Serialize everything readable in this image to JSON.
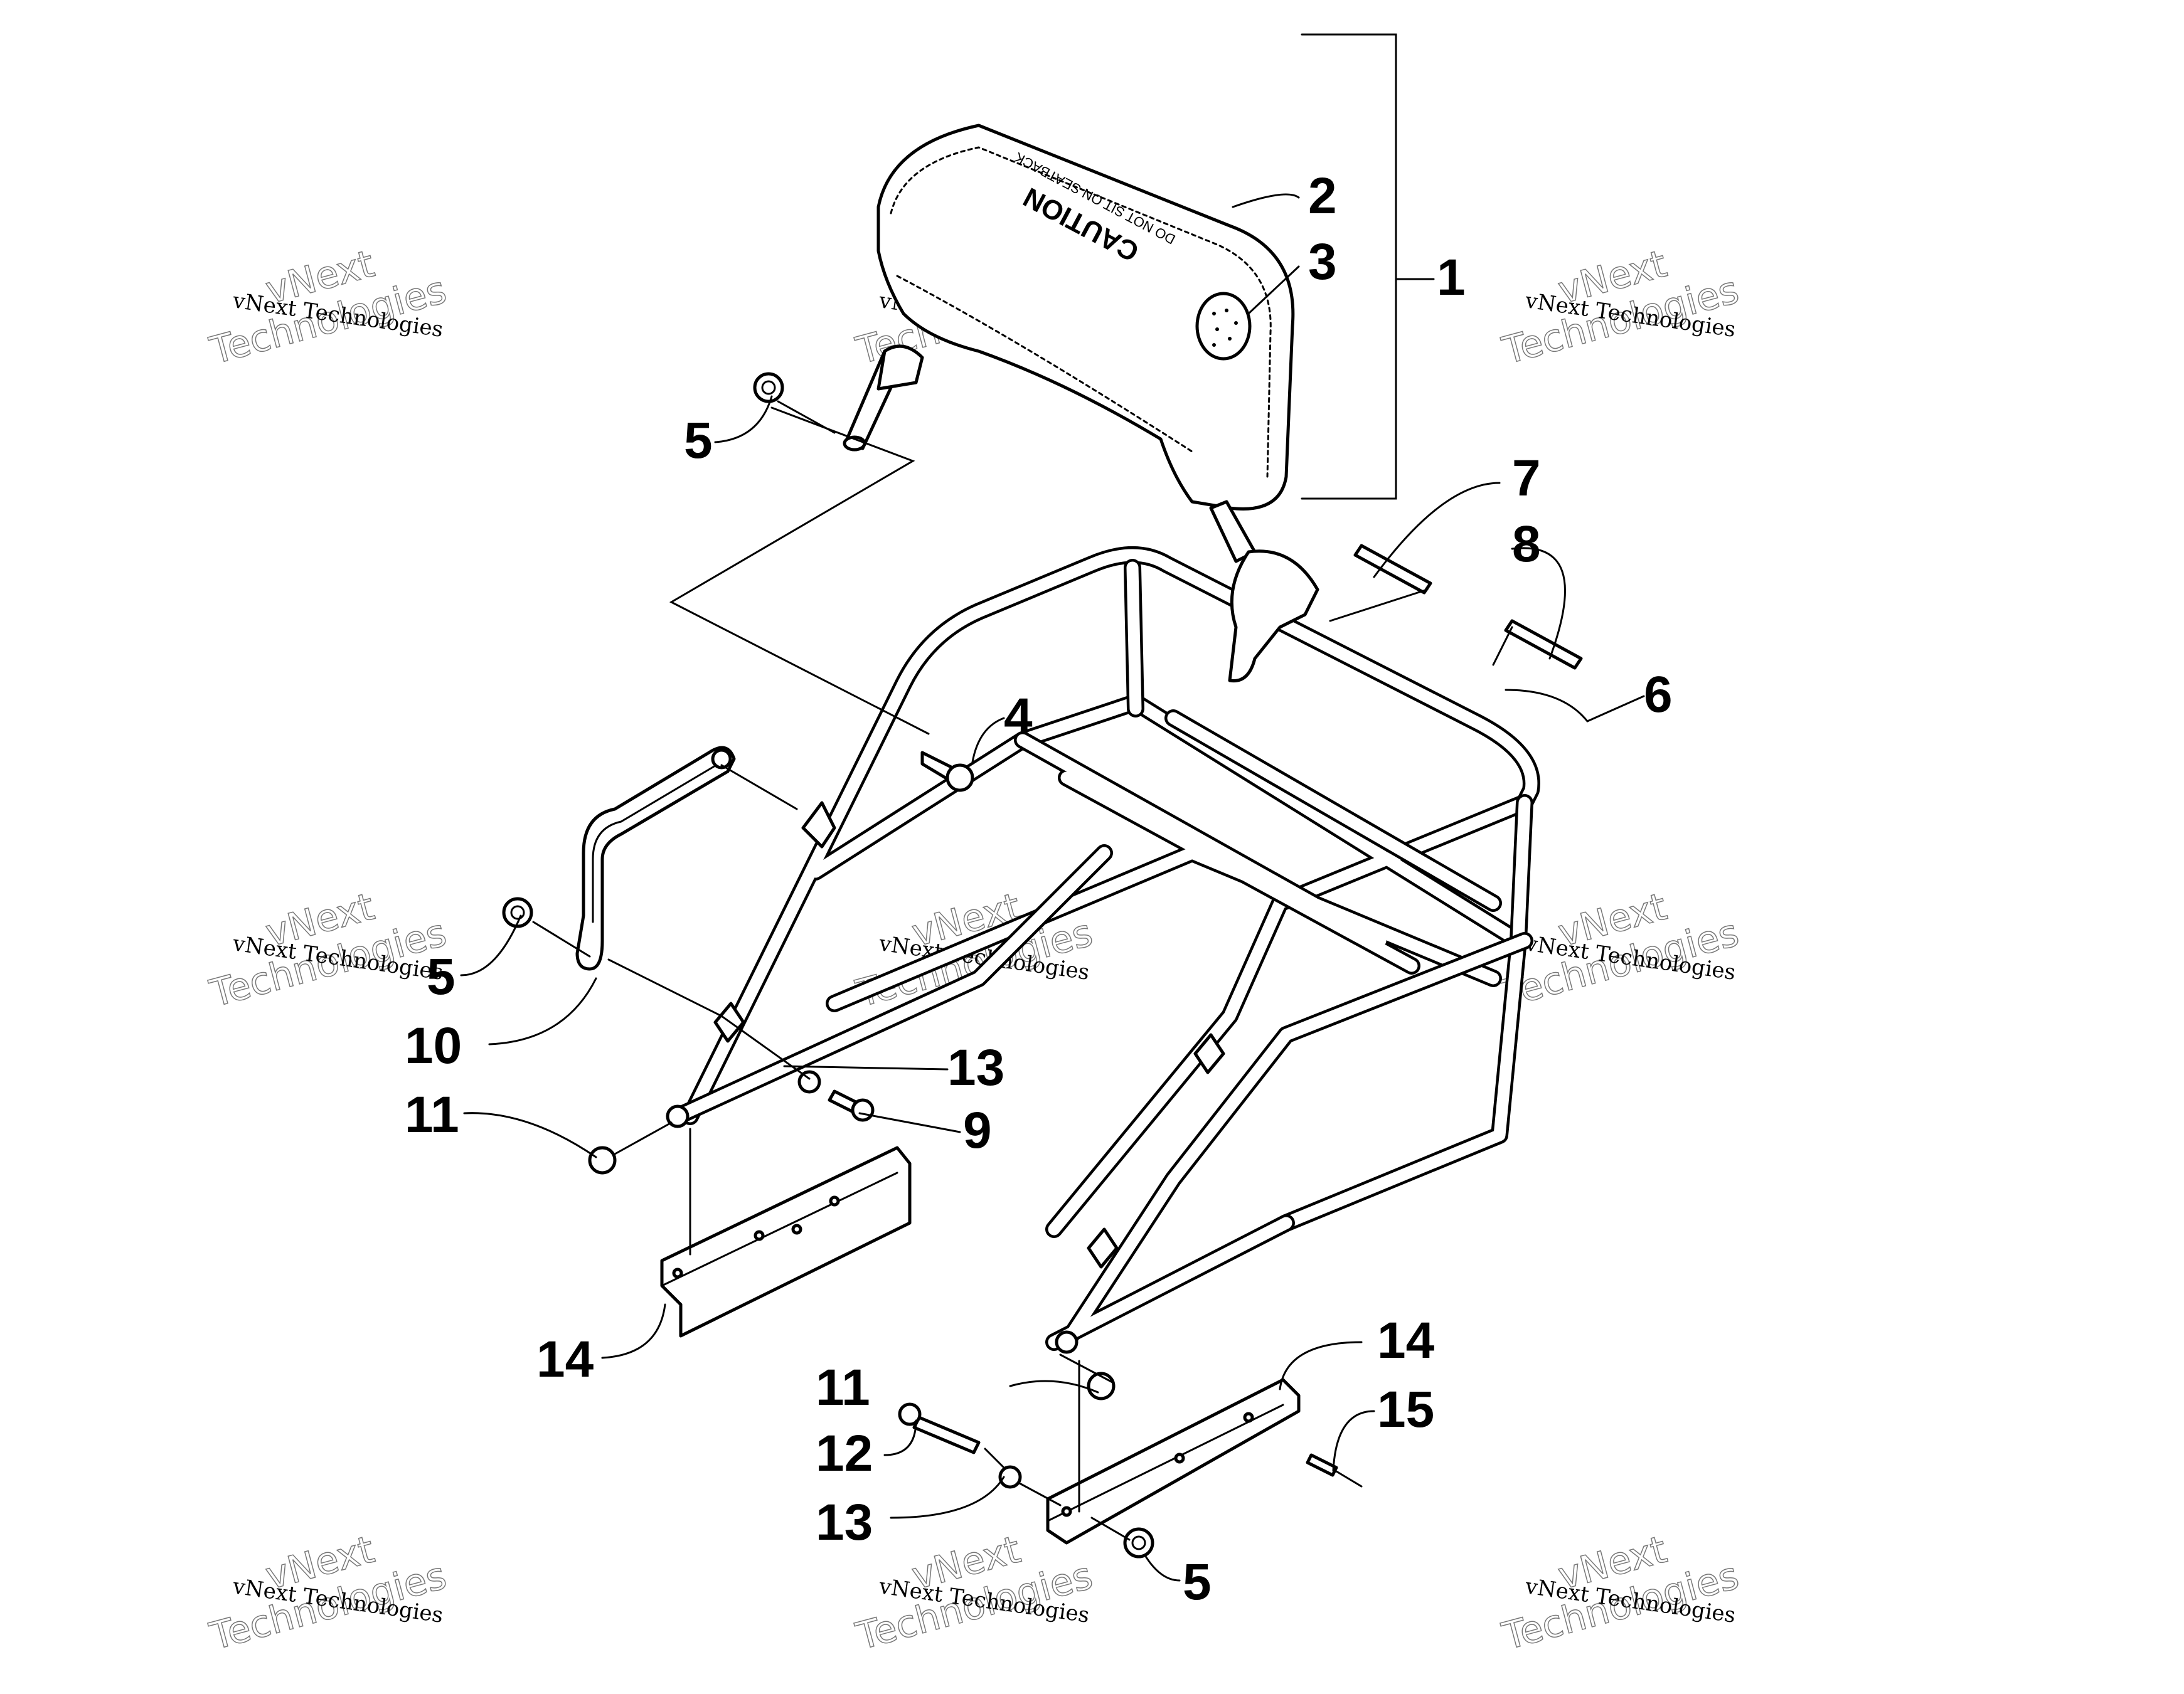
{
  "watermark": {
    "line1": "vNext Technologies",
    "line2": "Technologies",
    "line3": "vNext"
  },
  "decal": {
    "caution": "CAUTION",
    "subtext": "DO NOT SIT ON SEATBACK"
  },
  "callouts": [
    "1",
    "2",
    "3",
    "4",
    "5",
    "5",
    "5",
    "6",
    "7",
    "8",
    "9",
    "10",
    "11",
    "11",
    "12",
    "13",
    "13",
    "14",
    "14",
    "15"
  ]
}
